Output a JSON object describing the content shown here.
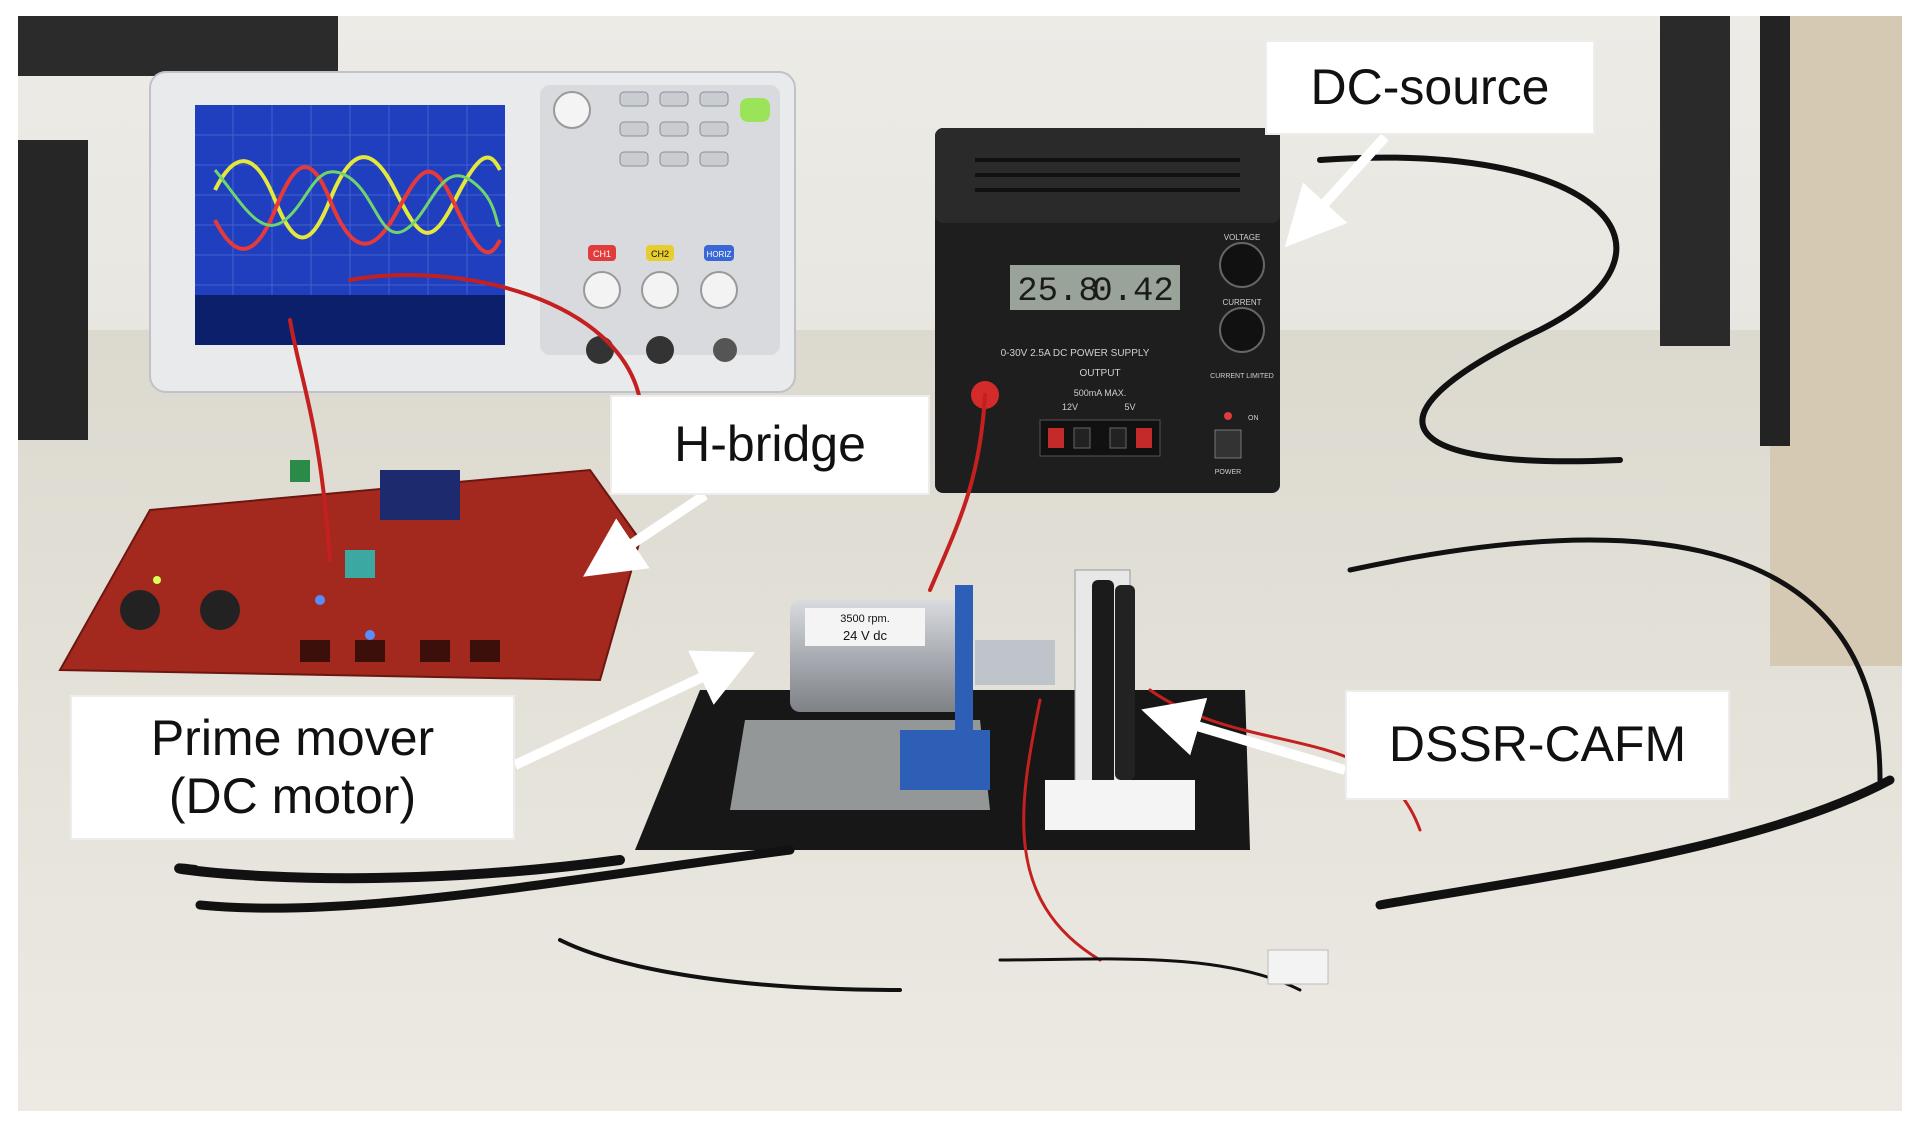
{
  "labels": {
    "dc_source": "DC-source",
    "h_bridge": "H-bridge",
    "prime_mover_line1": "Prime mover",
    "prime_mover_line2": "(DC motor)",
    "dssr_cafm": "DSSR-CAFM"
  },
  "power_supply": {
    "voltage_display": "25.8",
    "current_display": "0.42",
    "model_text": "0-30V 2.5A DC POWER SUPPLY",
    "output_text": "OUTPUT",
    "output_spec": "500mA MAX.",
    "output_left": "12V",
    "output_right": "5V",
    "voltage_knob_label": "VOLTAGE",
    "current_knob_label": "CURRENT",
    "current_limit_label": "CURRENT LIMITED",
    "power_label": "POWER",
    "on_label": "ON"
  },
  "motor": {
    "sticker_line1": "3500 rpm.",
    "sticker_line2": "24 V dc"
  },
  "oscilloscope": {
    "button_ch1": "CH1",
    "button_ch2": "CH2",
    "button_horiz": "HORIZ"
  },
  "colors": {
    "wall": "#e9e6dd",
    "desk": "#e6e3da",
    "board_red": "#a3291f",
    "label_arrow": "#ffffff",
    "trace_yellow": "#e3e83a",
    "trace_red": "#e63a3a",
    "trace_green": "#6fd46f",
    "scope_screen": "#1f3fbf"
  }
}
